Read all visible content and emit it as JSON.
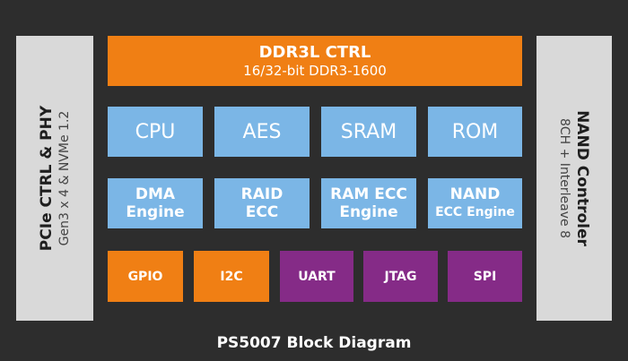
{
  "left": {
    "title": "PCIe CTRL & PHY",
    "subtitle": "Gen3 x 4 & NVMe 1.2"
  },
  "right": {
    "title": "NAND Controler",
    "subtitle": "8CH + Interleave 8"
  },
  "ddr": {
    "title": "DDR3L CTRL",
    "subtitle": "16/32-bit DDR3-1600"
  },
  "row1": [
    "CPU",
    "AES",
    "SRAM",
    "ROM"
  ],
  "row2": [
    {
      "l1": "DMA",
      "l2": "Engine"
    },
    {
      "l1": "RAID",
      "l2": "ECC"
    },
    {
      "l1": "RAM ECC",
      "l2": "Engine"
    },
    {
      "l1": "NAND",
      "l2": "ECC Engine"
    }
  ],
  "row3": [
    "GPIO",
    "I2C",
    "UART",
    "JTAG",
    "SPI"
  ],
  "caption": "PS5007 Block Diagram",
  "colors": {
    "background": "#2d2d2d",
    "side": "#d9d9d9",
    "orange": "#f07f14",
    "blue": "#7bb6e6",
    "purple": "#852b87"
  }
}
